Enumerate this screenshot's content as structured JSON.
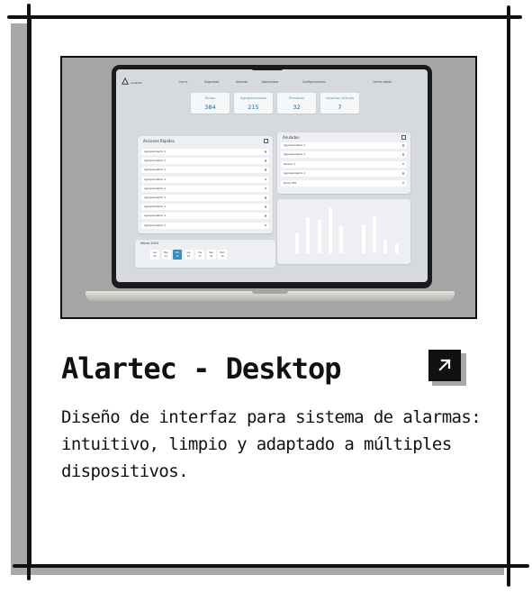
{
  "card": {
    "title": "Alartec - Desktop",
    "description": "Diseño de interfaz para sistema de alarmas: intuitivo, limpio y adaptado a múltiples dispositivos.",
    "open_icon": "arrow-up-right-icon"
  },
  "app": {
    "logo_text": "ALARTEC",
    "nav": [
      "Home",
      "Seguridad",
      "Alarmas",
      "Administrar",
      "Configuraciones"
    ],
    "logout": "Cerrar sesión",
    "stats": [
      {
        "label": "Zonas",
        "value": "384"
      },
      {
        "label": "Agrupamientos",
        "value": "215"
      },
      {
        "label": "Sensores",
        "value": "32"
      },
      {
        "label": "Usuarios Activos",
        "value": "7"
      }
    ],
    "quick_actions": {
      "title": "Acciones Rápidas",
      "rows": [
        "Agrupamiento 1",
        "Agrupamiento 1",
        "Agrupamiento 1",
        "Agrupamiento 1",
        "Agrupamiento 1",
        "Agrupamiento 1",
        "Agrupamiento 1",
        "Agrupamiento 1",
        "Agrupamiento 1"
      ]
    },
    "cancelled": {
      "title": "Anulados",
      "rows": [
        "Agrupamiento 1",
        "Agrupamiento 1",
        "Sensor 1",
        "Agrupamiento 1",
        "Zona 765"
      ]
    },
    "calendar": {
      "title": "Marzo 2024",
      "days": [
        {
          "name": "Lun",
          "num": "13"
        },
        {
          "name": "Mar",
          "num": "14"
        },
        {
          "name": "Mie",
          "num": "15"
        },
        {
          "name": "Jue",
          "num": "16"
        },
        {
          "name": "Vie",
          "num": "17"
        },
        {
          "name": "Sab",
          "num": "18"
        },
        {
          "name": "Dom",
          "num": "19"
        }
      ],
      "selected_index": 2
    },
    "chart_data": {
      "type": "bar",
      "values": [
        0.45,
        0.8,
        0.75,
        1.0,
        0.6,
        0.05,
        0.65,
        0.85,
        0.3,
        0.2
      ],
      "bar_color": "#ffffff"
    }
  }
}
